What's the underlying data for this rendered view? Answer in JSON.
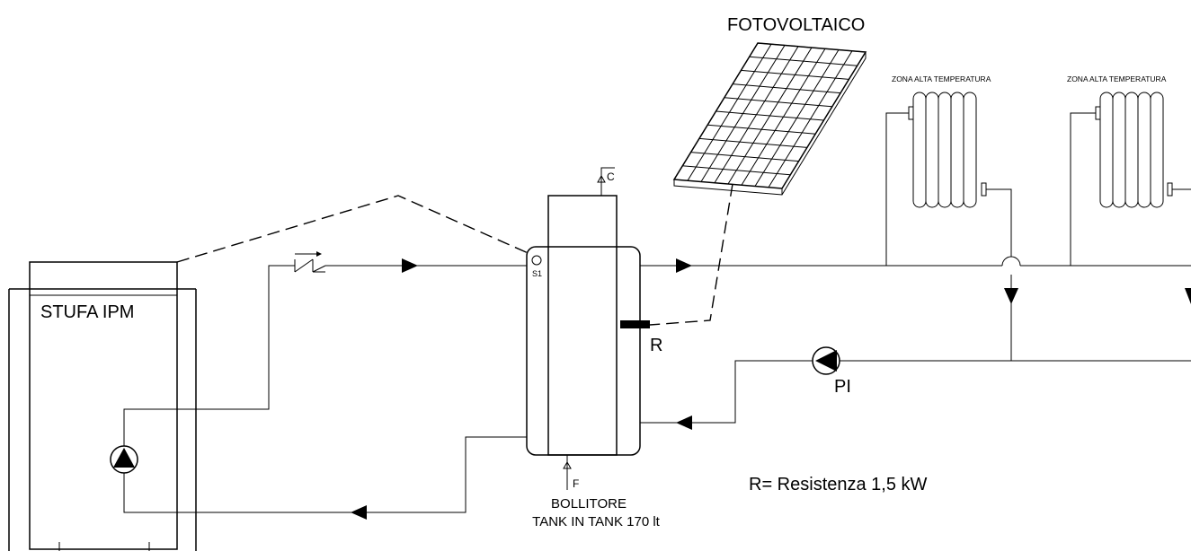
{
  "labels": {
    "photovoltaic": "FOTOVOLTAICO",
    "stove": "STUFA IPM",
    "zone_1": "ZONA ALTA TEMPERATURA",
    "zone_2": "ZONA ALTA TEMPERATURA",
    "sensor": "S1",
    "hot_outlet": "C",
    "cold_inlet": "F",
    "resistor": "R",
    "pump": "PI",
    "tank_line1": "BOLLITORE",
    "tank_line2": "TANK IN TANK 170 lt",
    "legend": "R= Resistenza 1,5 kW"
  }
}
